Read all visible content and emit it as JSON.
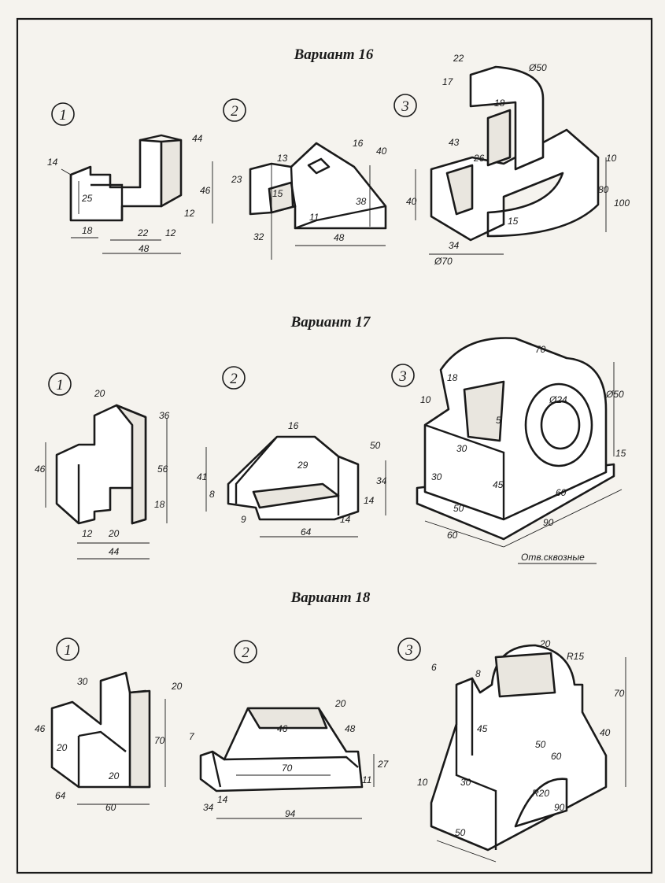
{
  "variant16": {
    "title": "Вариант 16",
    "fig1": {
      "num": "1",
      "dims": [
        "44",
        "14",
        "25",
        "46",
        "12",
        "18",
        "22",
        "12",
        "48"
      ]
    },
    "fig2": {
      "num": "2",
      "dims": [
        "16",
        "40",
        "13",
        "23",
        "15",
        "38",
        "11",
        "32",
        "48"
      ]
    },
    "fig3": {
      "num": "3",
      "dims": [
        "22",
        "Ø50",
        "17",
        "18",
        "43",
        "26",
        "10",
        "80",
        "40",
        "15",
        "100",
        "34",
        "Ø70"
      ]
    }
  },
  "variant17": {
    "title": "Вариант 17",
    "fig1": {
      "num": "1",
      "dims": [
        "20",
        "36",
        "46",
        "56",
        "18",
        "12",
        "20",
        "44"
      ]
    },
    "fig2": {
      "num": "2",
      "dims": [
        "16",
        "50",
        "29",
        "41",
        "8",
        "34",
        "14",
        "9",
        "14",
        "64"
      ]
    },
    "fig3": {
      "num": "3",
      "dims": [
        "70",
        "10",
        "18",
        "Ø24",
        "Ø50",
        "5",
        "30",
        "30",
        "45",
        "15",
        "60",
        "50",
        "90",
        "60"
      ],
      "note": "Отв.сквозные"
    }
  },
  "variant18": {
    "title": "Вариант 18",
    "fig1": {
      "num": "1",
      "dims": [
        "30",
        "20",
        "46",
        "20",
        "70",
        "20",
        "64",
        "60"
      ]
    },
    "fig2": {
      "num": "2",
      "dims": [
        "20",
        "46",
        "48",
        "7",
        "70",
        "27",
        "11",
        "14",
        "34",
        "94"
      ]
    },
    "fig3": {
      "num": "3",
      "dims": [
        "20",
        "R15",
        "6",
        "8",
        "70",
        "45",
        "50",
        "40",
        "60",
        "10",
        "30",
        "R20",
        "90",
        "50"
      ]
    }
  }
}
